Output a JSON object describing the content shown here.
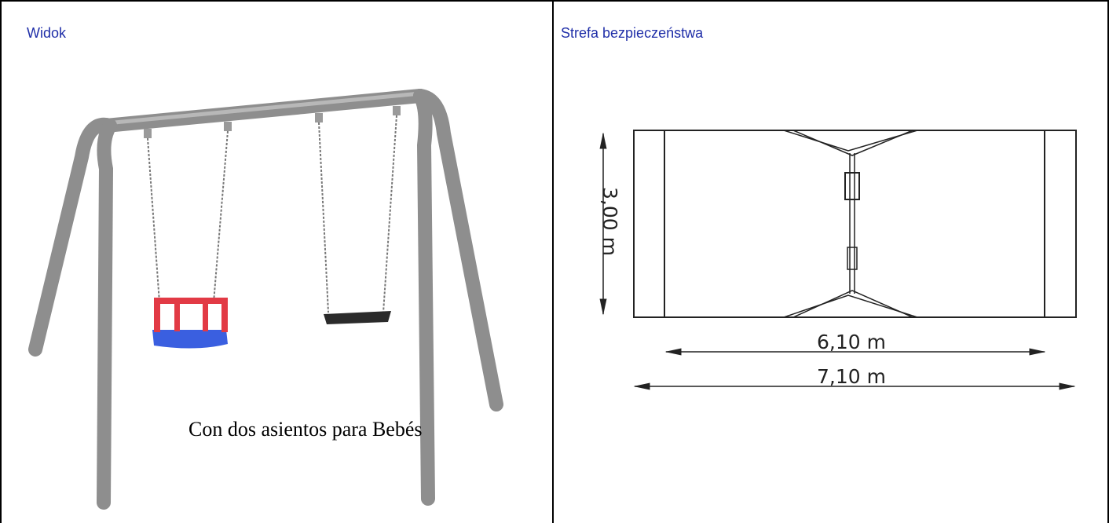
{
  "panels": {
    "view": {
      "title": "Widok",
      "caption": "Con dos asientos para Bebés"
    },
    "safety": {
      "title": "Strefa bezpieczeństwa",
      "height_label": "3,00 m",
      "inner_width_label": "6,10 m",
      "outer_width_label": "7,10 m"
    }
  },
  "colors": {
    "title": "#1f2ea8",
    "frame": "#8c8c8c",
    "seat_red": "#e23a45",
    "seat_blue": "#3a5fe0"
  }
}
